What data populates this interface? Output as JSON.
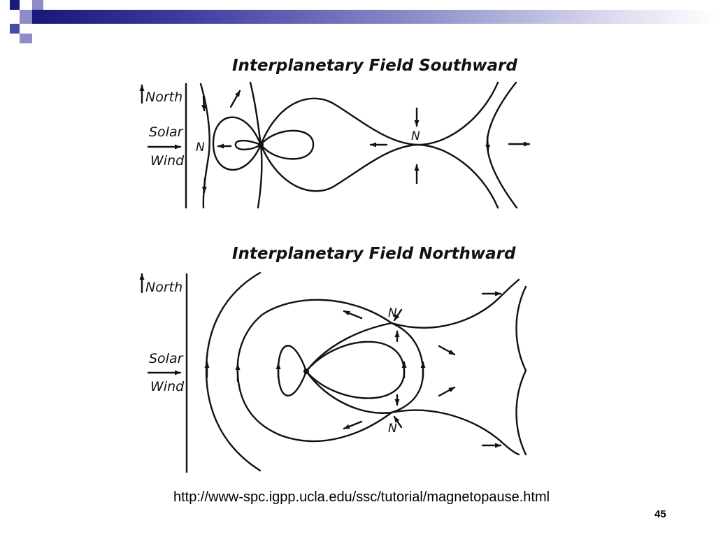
{
  "slide": {
    "decor_colors": {
      "dark": "#1a1a7a",
      "mid": "#4a4aa8",
      "light": "#8c8cc8"
    },
    "url": "http://www-spc.igpp.ucla.edu/ssc/tutorial/magnetopause.html",
    "page_number": "45"
  },
  "diagram_south": {
    "title": "Interplanetary Field Southward",
    "north_label": "North",
    "solar_label": "Solar",
    "wind_label": "Wind",
    "neutral_point_left": "N",
    "neutral_point_tail": "N"
  },
  "diagram_north": {
    "title": "Interplanetary Field Northward",
    "north_label": "North",
    "solar_label": "Solar",
    "wind_label": "Wind",
    "neutral_point_top": "N",
    "neutral_point_bottom": "N"
  }
}
